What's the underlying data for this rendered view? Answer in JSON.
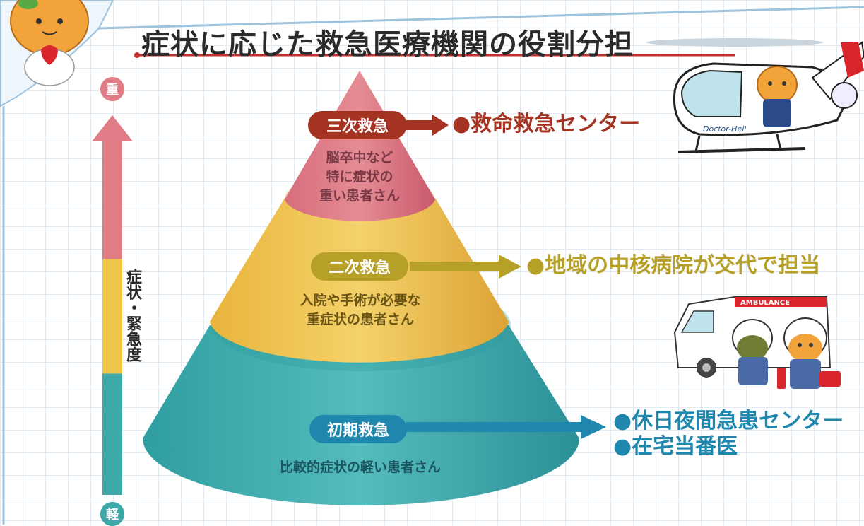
{
  "title": "症状に応じた救急医療機関の役割分担",
  "axis": {
    "label": "症状・緊急度",
    "top": "重",
    "bottom": "軽"
  },
  "colors": {
    "tertiary": "#a53322",
    "secondary": "#b7a028",
    "primary": "#1f86ad",
    "axis_top": "#e07c86",
    "axis_mid": "#efc64a",
    "axis_bottom": "#3fa9a9"
  },
  "tiers": [
    {
      "label": "三次救急",
      "description": [
        "脳卒中など",
        "特に症状の",
        "重い患者さん"
      ],
      "destinations": [
        "●救命救急センター"
      ]
    },
    {
      "label": "二次救急",
      "description": [
        "入院や手術が必要な",
        "重症状の患者さん"
      ],
      "destinations": [
        "●地域の中核病院が交代で担当"
      ]
    },
    {
      "label": "初期救急",
      "description": [
        "比較的症状の軽い患者さん"
      ],
      "destinations": [
        "●休日夜間急患センター",
        "●在宅当番医"
      ]
    }
  ],
  "illustrations": {
    "helicopter_text": "Doctor-Heli",
    "ambulance_text": "AMBULANCE"
  }
}
